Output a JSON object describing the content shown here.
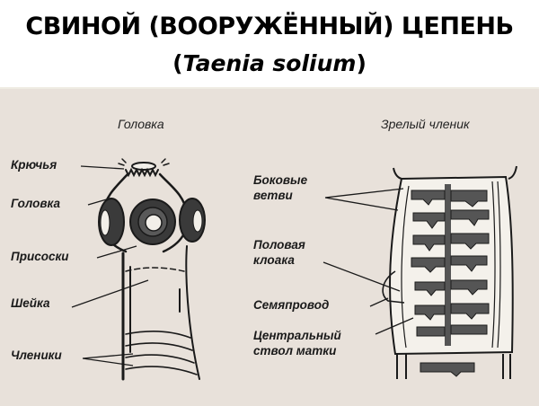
{
  "title": {
    "line1": "СВИНОЙ (ВООРУЖЁННЫЙ) ЦЕПЕНЬ",
    "line2_open": "(",
    "line2_latin": "Taenia solium",
    "line2_close": ")"
  },
  "colors": {
    "background_top": "#ffffff",
    "figure_background": "#e8e1da",
    "ink": "#1a1a1a",
    "organ_fill": "#555555"
  },
  "left_figure": {
    "heading": "Головка",
    "labels": [
      {
        "id": "hooks",
        "text": "Крючья"
      },
      {
        "id": "head",
        "text": "Головка"
      },
      {
        "id": "suckers",
        "text": "Присоски"
      },
      {
        "id": "neck",
        "text": "Шейка"
      },
      {
        "id": "segments",
        "text": "Членики"
      }
    ]
  },
  "right_figure": {
    "heading": "Зрелый членик",
    "labels": [
      {
        "id": "lateral-branches",
        "text": "Боковые\nветви",
        "line1": "Боковые",
        "line2": "ветви"
      },
      {
        "id": "genital-cloaca",
        "text": "Половая\nклоака",
        "line1": "Половая",
        "line2": "клоака"
      },
      {
        "id": "vas-deferens",
        "text": "Семяпровод"
      },
      {
        "id": "uterus-trunk",
        "text": "Центральный\nствол матки",
        "line1": "Центральный",
        "line2": "ствол матки"
      }
    ]
  }
}
